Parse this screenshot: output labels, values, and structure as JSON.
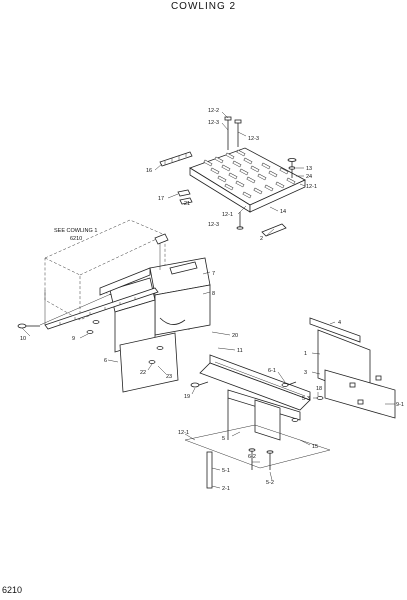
{
  "title": "COWLING 2",
  "page_number": "6210",
  "callouts": {
    "c12_2": "12-2",
    "c12_3a": "12-3",
    "c12_3b": "12-3",
    "c12_1a": "12-1",
    "c12_1b": "12-1",
    "c12_3c": "12-3",
    "c13": "13",
    "c24": "24",
    "c16": "16",
    "c17": "17",
    "c21": "21",
    "c14": "14",
    "c2": "2",
    "c1": "1",
    "c15": "15",
    "c3": "3",
    "c4": "4",
    "c5": "5",
    "c6": "6",
    "c7": "7",
    "c8": "8",
    "c9": "9",
    "c10": "10",
    "c11": "11",
    "c18": "18",
    "c19": "19",
    "c20": "20",
    "c22": "22",
    "c23": "23",
    "c5_1": "5-1",
    "c5_2": "5-2",
    "c5_3": "5-3",
    "c6_1": "6-1",
    "c6_2": "6-2",
    "c2_1": "2-1",
    "c9_1": "9-1",
    "ref_note": "SEE COWLING 1",
    "ref_code": "6210"
  }
}
